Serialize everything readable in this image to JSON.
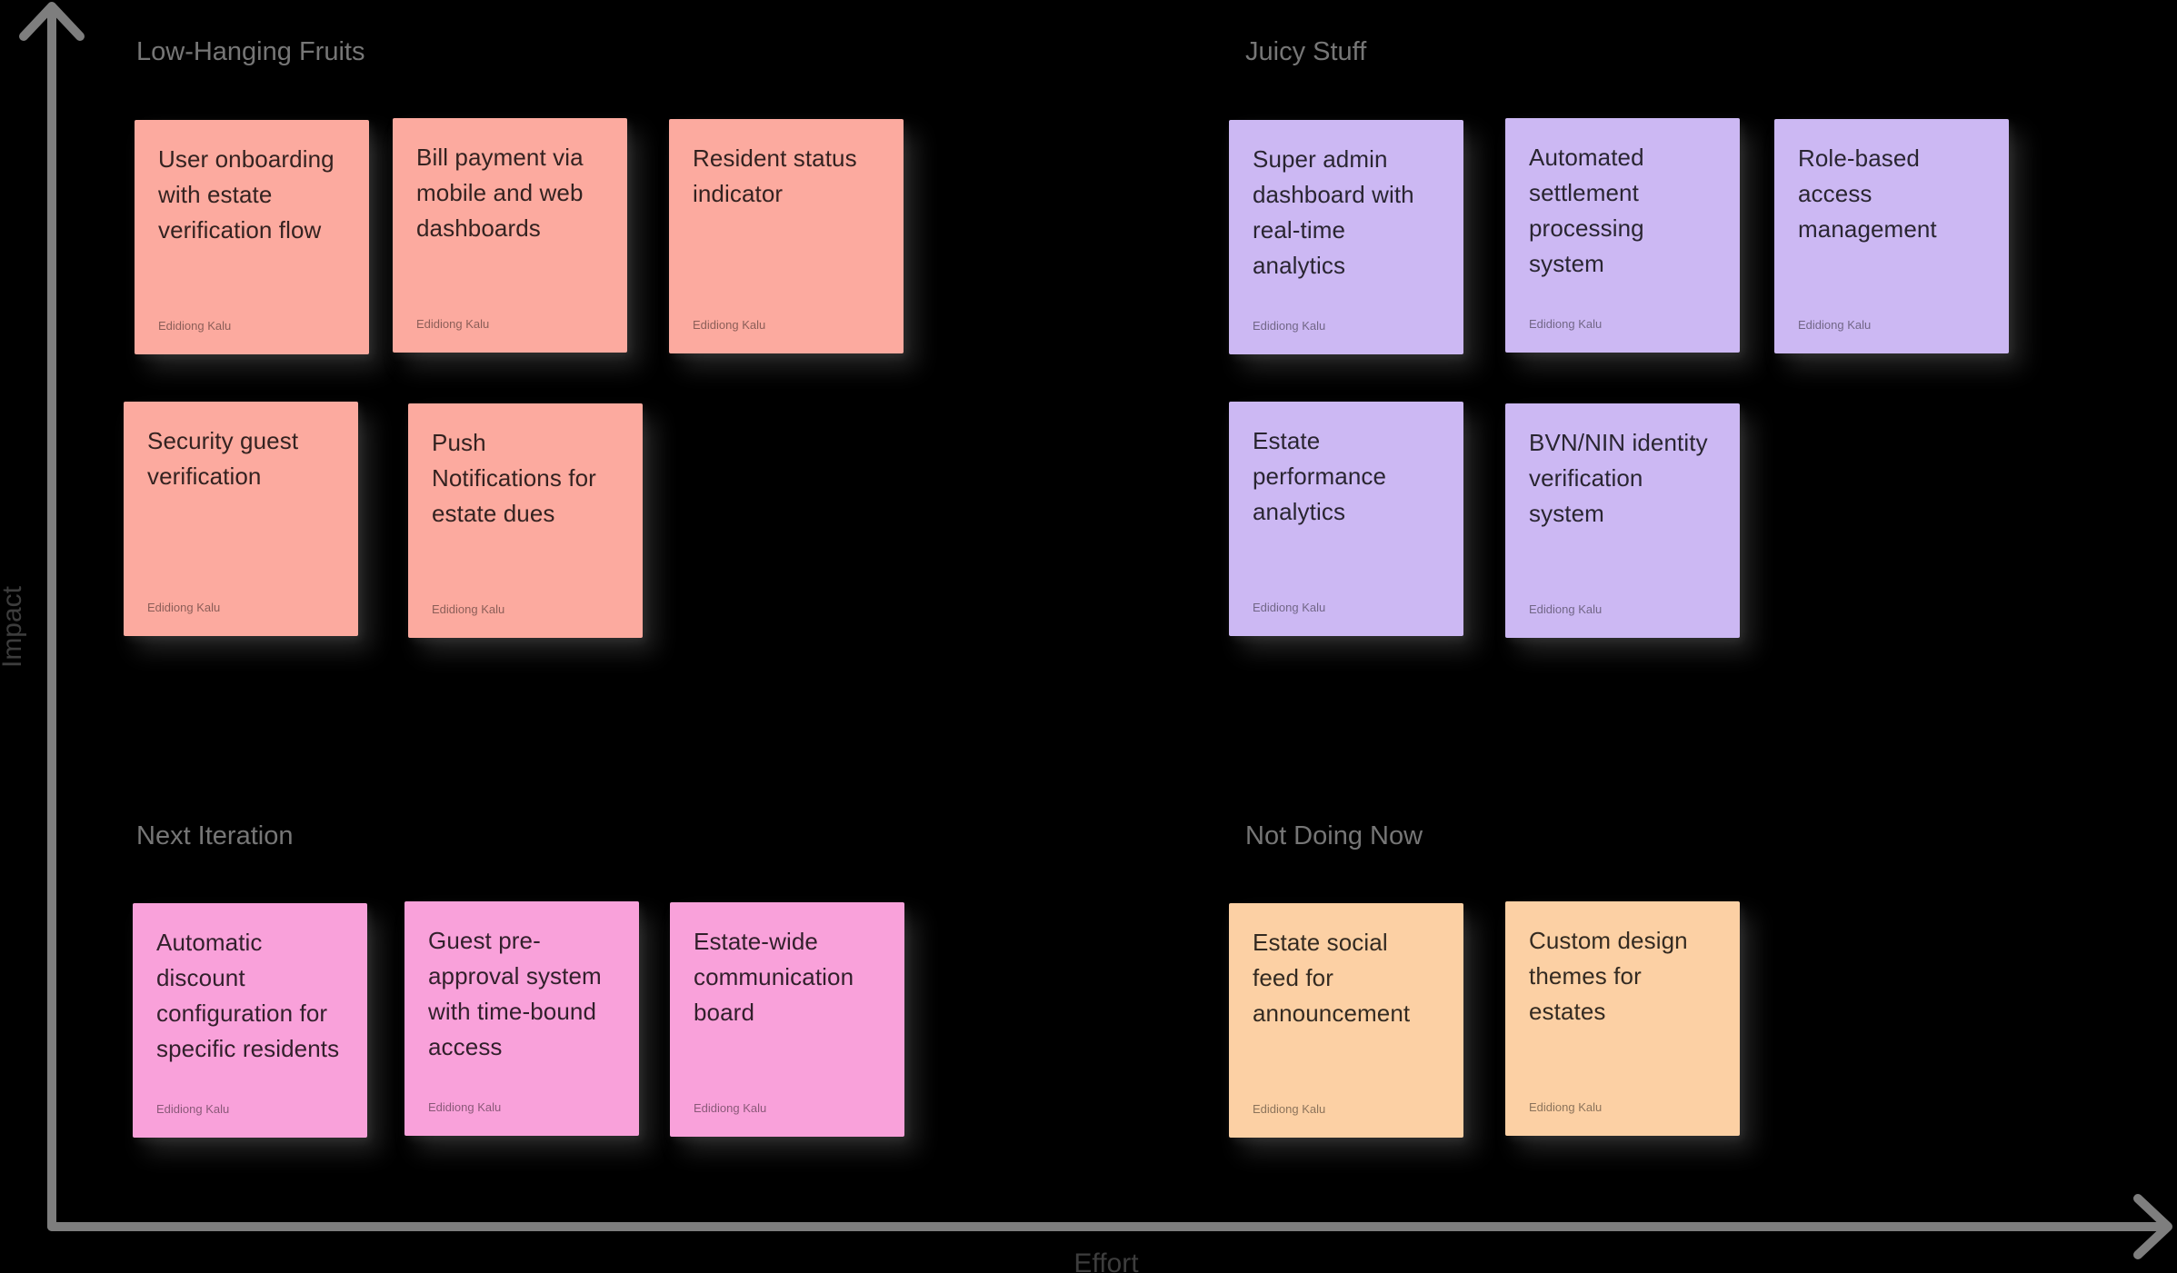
{
  "axes": {
    "impact_label": "Impact",
    "effort_label": "Effort",
    "line_color": "#7E7E7E",
    "label_color": "#3D3D3D"
  },
  "board": {
    "quadrants": [
      {
        "title": "Low-Hanging Fruits",
        "note_color": "#FCAA9F",
        "notes": [
          {
            "text": "User onboarding with estate verification flow",
            "author": "Edidiong Kalu"
          },
          {
            "text": "Bill payment via mobile and web dashboards",
            "author": "Edidiong Kalu"
          },
          {
            "text": "Resident status indicator",
            "author": "Edidiong Kalu"
          },
          {
            "text": "Security guest verification",
            "author": "Edidiong Kalu"
          },
          {
            "text": "Push Notifications for estate dues",
            "author": "Edidiong Kalu"
          }
        ]
      },
      {
        "title": "Juicy Stuff",
        "note_color": "#CCB8F3",
        "notes": [
          {
            "text": "Super admin dashboard with real-time analytics",
            "author": "Edidiong Kalu"
          },
          {
            "text": "Automated settlement processing system",
            "author": "Edidiong Kalu"
          },
          {
            "text": "Role-based access management",
            "author": "Edidiong Kalu"
          },
          {
            "text": "Estate performance analytics",
            "author": "Edidiong Kalu"
          },
          {
            "text": "BVN/NIN identity verification system",
            "author": "Edidiong Kalu"
          }
        ]
      },
      {
        "title": "Next Iteration",
        "note_color": "#F9A1DA",
        "notes": [
          {
            "text": "Automatic discount configuration for specific residents",
            "author": "Edidiong Kalu"
          },
          {
            "text": "Guest pre-approval system with time-bound access",
            "author": "Edidiong Kalu"
          },
          {
            "text": "Estate-wide communication board",
            "author": "Edidiong Kalu"
          }
        ]
      },
      {
        "title": "Not Doing Now",
        "note_color": "#FCD0A4",
        "notes": [
          {
            "text": "Estate social feed for announcement",
            "author": "Edidiong Kalu"
          },
          {
            "text": "Custom design themes for estates",
            "author": "Edidiong Kalu"
          }
        ]
      }
    ]
  }
}
